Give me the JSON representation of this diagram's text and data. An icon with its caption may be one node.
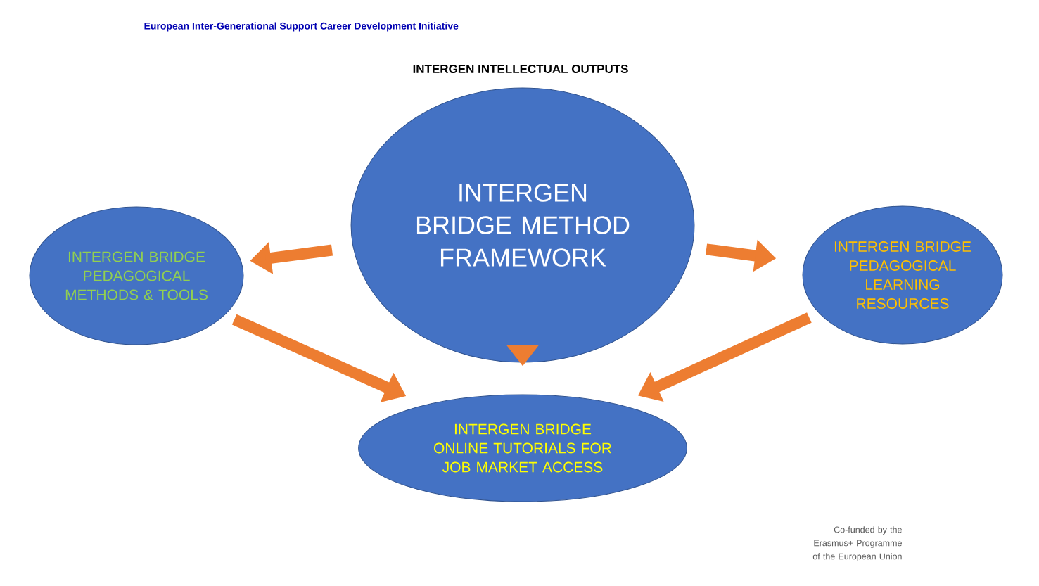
{
  "diagram": {
    "title": "INTERGEN INTELLECTUAL OUTPUTS",
    "nodes": [
      {
        "text": [
          "INTERGEN BRIDGE METHOD FRAMEWORK"
        ]
      },
      {
        "text": [
          "INTERGEN BRIDGE PEDAGOGICAL METHODS & TOOLS"
        ]
      },
      {
        "text": [
          "INTERGEN BRIDGE PEDAGOGICAL LEARNING RESOURCES"
        ]
      },
      {
        "text": [
          "INTERGEN BRIDGE ONLINE TUTORIALS FOR JOB MARKET ACCESS"
        ]
      }
    ],
    "edges": [
      {
        "from": 0,
        "to": 1,
        "arrow": "to"
      },
      {
        "from": 0,
        "to": 2,
        "arrow": "to"
      },
      {
        "from": 0,
        "to": 3,
        "arrow": "to"
      },
      {
        "from": 1,
        "to": 3,
        "arrow": "to"
      },
      {
        "from": 2,
        "to": 3,
        "arrow": "to"
      }
    ],
    "labels": [
      "European Inter-Generational Support Career Development Initiative",
      "Co-funded by the Erasmus+ Programme of the European Union"
    ]
  }
}
